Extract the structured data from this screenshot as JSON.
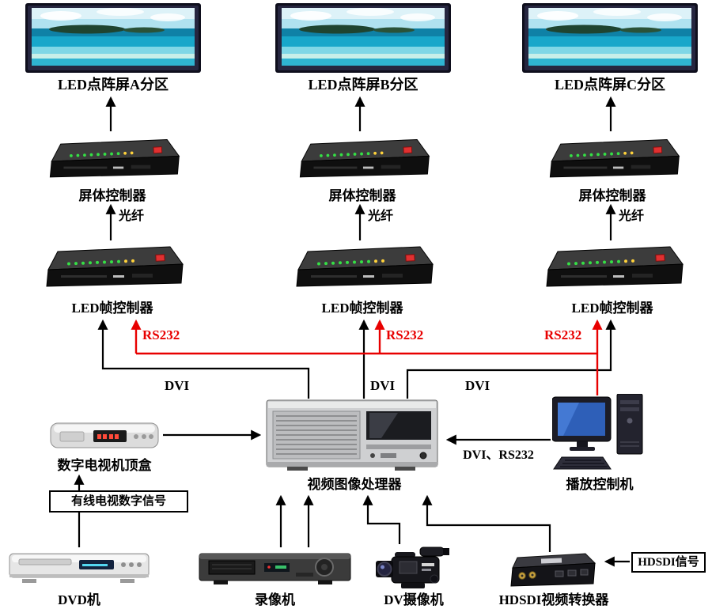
{
  "diagram": {
    "screens": [
      "LED点阵屏A分区",
      "LED点阵屏B分区",
      "LED点阵屏C分区"
    ],
    "screen_controller": "屏体控制器",
    "fiber": "光纤",
    "frame_controller": "LED帧控制器",
    "rs232": "RS232",
    "dvi": "DVI",
    "dvi_rs232": "DVI、RS232",
    "settop_box": "数字电视机顶盒",
    "cable_signal": "有线电视数字信号",
    "video_processor": "视频图像处理器",
    "playback_pc": "播放控制机",
    "dvd_player": "DVD机",
    "video_recorder": "录像机",
    "dv_camera": "DV摄像机",
    "hdsdi_converter": "HDSDI视频转换器",
    "hdsdi_signal": "HDSDI信号"
  },
  "colors": {
    "signal_line": "#000000",
    "rs232_line": "#e80000",
    "background": "#ffffff"
  }
}
